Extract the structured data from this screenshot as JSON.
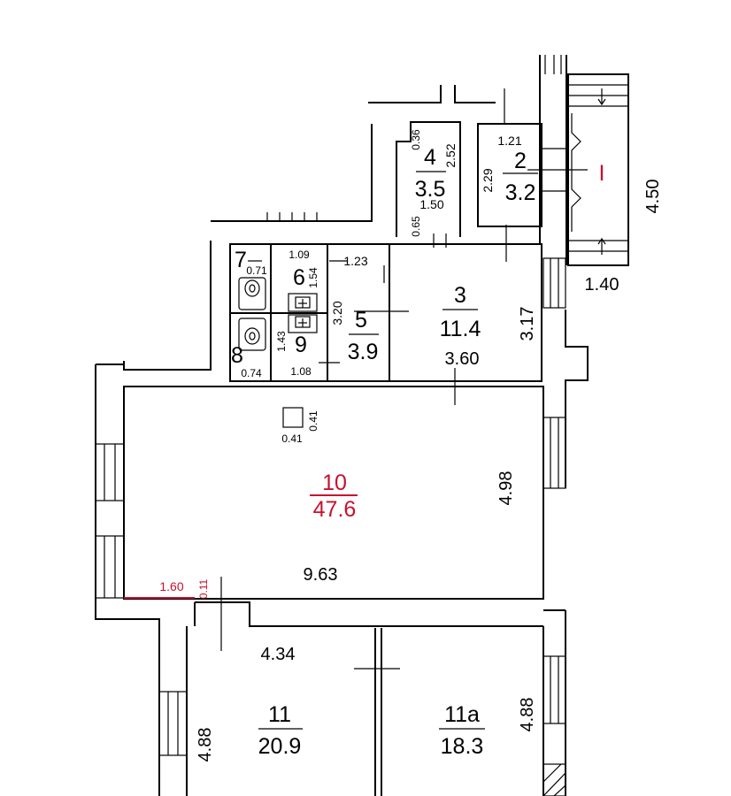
{
  "rooms": {
    "r2": {
      "num": "2",
      "area": "3.2"
    },
    "r3": {
      "num": "3",
      "area": "11.4"
    },
    "r4": {
      "num": "4",
      "area": "3.5"
    },
    "r5": {
      "num": "5",
      "area": "3.9"
    },
    "r6": {
      "num": "6"
    },
    "r7": {
      "num": "7"
    },
    "r8": {
      "num": "8"
    },
    "r9": {
      "num": "9"
    },
    "r10": {
      "num": "10",
      "area": "47.6"
    },
    "r11": {
      "num": "11",
      "area": "20.9"
    },
    "r11a": {
      "num": "11a",
      "area": "18.3"
    }
  },
  "dimensions": {
    "d0_36": "0.36",
    "d2_52": "2.52",
    "d1_50": "1.50",
    "d0_65": "0.65",
    "d1_21": "1.21",
    "d2_29": "2.29",
    "d4_50": "4.50",
    "d1_40": "1.40",
    "d1_09": "1.09",
    "d0_71": "0.71",
    "d1_54": "1.54",
    "d1_23": "1.23",
    "d3_20": "3.20",
    "d1_43": "1.43",
    "d0_74": "0.74",
    "d1_08": "1.08",
    "d3_17": "3.17",
    "d3_60": "3.60",
    "d0_41a": "0.41",
    "d0_41b": "0.41",
    "d4_98": "4.98",
    "d9_63": "9.63",
    "d1_60": "1.60",
    "d0_11": "0.11",
    "d4_34": "4.34",
    "d4_88a": "4.88",
    "d4_88b": "4.88"
  },
  "stair_mark": "I",
  "colors": {
    "highlight": "#c8102e",
    "line": "#000000"
  }
}
